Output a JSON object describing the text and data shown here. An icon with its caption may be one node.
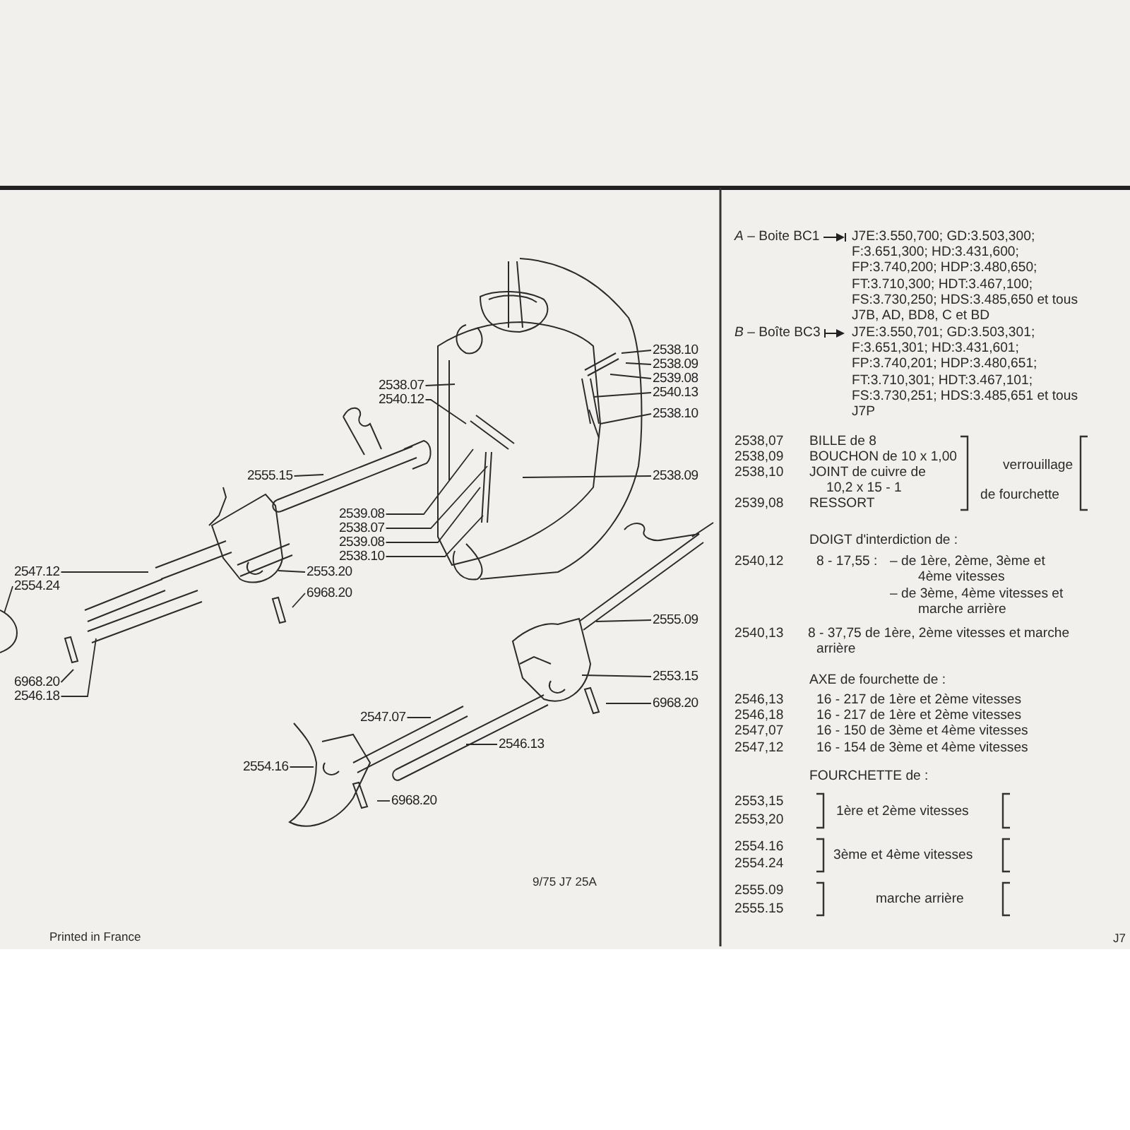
{
  "diagram": {
    "nodes": [
      {
        "text": [
          "2538.10"
        ]
      },
      {
        "text": [
          "2538.09"
        ]
      },
      {
        "text": [
          "2539.08"
        ]
      },
      {
        "text": [
          "2540.13"
        ]
      },
      {
        "text": [
          "2538.07"
        ]
      },
      {
        "text": [
          "2540.12"
        ]
      },
      {
        "text": [
          "2538.10"
        ]
      },
      {
        "text": [
          "2555.15"
        ]
      },
      {
        "text": [
          "2538.09"
        ]
      },
      {
        "text": [
          "2539.08"
        ]
      },
      {
        "text": [
          "2538.07"
        ]
      },
      {
        "text": [
          "2539.08"
        ]
      },
      {
        "text": [
          "2538.10"
        ]
      },
      {
        "text": [
          "2547.12"
        ]
      },
      {
        "text": [
          "2553.20"
        ]
      },
      {
        "text": [
          "2554.24"
        ]
      },
      {
        "text": [
          "6968.20"
        ]
      },
      {
        "text": [
          "2555.09"
        ]
      },
      {
        "text": [
          "2553.15"
        ]
      },
      {
        "text": [
          "6968.20"
        ]
      },
      {
        "text": [
          "2546.18"
        ]
      },
      {
        "text": [
          "6968.20"
        ]
      },
      {
        "text": [
          "2547.07"
        ]
      },
      {
        "text": [
          "2546.13"
        ]
      },
      {
        "text": [
          "2554.16"
        ]
      },
      {
        "text": [
          "6968.20"
        ]
      }
    ],
    "edges": [
      {
        "from": 0,
        "to": null,
        "arrow": "none"
      },
      {
        "from": 1,
        "to": null,
        "arrow": "none"
      },
      {
        "from": 2,
        "to": null,
        "arrow": "none"
      },
      {
        "from": 3,
        "to": null,
        "arrow": "none"
      },
      {
        "from": 4,
        "to": null,
        "arrow": "none"
      },
      {
        "from": 5,
        "to": null,
        "arrow": "none"
      },
      {
        "from": 6,
        "to": null,
        "arrow": "none"
      },
      {
        "from": 7,
        "to": null,
        "arrow": "none"
      },
      {
        "from": 8,
        "to": null,
        "arrow": "none"
      },
      {
        "from": 9,
        "to": null,
        "arrow": "none"
      },
      {
        "from": 10,
        "to": null,
        "arrow": "none"
      },
      {
        "from": 11,
        "to": null,
        "arrow": "none"
      },
      {
        "from": 12,
        "to": null,
        "arrow": "none"
      },
      {
        "from": 13,
        "to": null,
        "arrow": "none"
      },
      {
        "from": 14,
        "to": null,
        "arrow": "none"
      },
      {
        "from": 15,
        "to": null,
        "arrow": "none"
      },
      {
        "from": 16,
        "to": null,
        "arrow": "none"
      },
      {
        "from": 17,
        "to": null,
        "arrow": "none"
      },
      {
        "from": 18,
        "to": null,
        "arrow": "none"
      },
      {
        "from": 19,
        "to": null,
        "arrow": "none"
      },
      {
        "from": 20,
        "to": null,
        "arrow": "none"
      },
      {
        "from": 21,
        "to": null,
        "arrow": "none"
      },
      {
        "from": 22,
        "to": null,
        "arrow": "none"
      },
      {
        "from": 23,
        "to": null,
        "arrow": "none"
      },
      {
        "from": 24,
        "to": null,
        "arrow": "none"
      },
      {
        "from": 25,
        "to": null,
        "arrow": "none"
      }
    ],
    "labels": [
      "*A* – Boite BC1",
      "J7E:3.550,700; GD:3.503,300; F:3.651,300; HD:3.431,600; FP:3.740,200; HDP:3.480,650; FT:3.710,300; HDT:3.467,100; FS:3.730,250; HDS:3.485,650 et tous J7B, AD, BD8, C et BD",
      "*B* – Boîte BC3",
      "J7E:3.550,701; GD:3.503,301; F:3.651,301; HD:3.431,601; FP:3.740,201; HDP:3.480,651; FT:3.710,301; HDT:3.467,101; FS:3.730,251; HDS:3.485,651 et tous J7P",
      "2538,07",
      "BILLE de 8",
      "2538,09",
      "BOUCHON de 10 x 1,00",
      "2538,10",
      "JOINT de cuivre de 10,2 x 15 - 1",
      "2539,08",
      "RESSORT",
      "verrouillage",
      "de fourchette",
      "DOIGT d'interdiction de :",
      "2540,12",
      "8 - 17,55 :",
      "– de 1ère, 2ème, 3ème et 4ème vitesses",
      "– de 3ème, 4ème vitesses et marche arrière",
      "2540,13",
      "8 - 37,75 de 1ère, 2ème vitesses et marche arrière",
      "AXE de fourchette de :",
      "2546,13",
      "16 - 217 de 1ère et 2ème vitesses",
      "2546,18",
      "16 - 217 de 1ère et 2ème vitesses",
      "2547,07",
      "16 - 150 de 3ème et 4ème vitesses",
      "2547,12",
      "16 - 154 de 3ème et 4ème vitesses",
      "FOURCHETTE de :",
      "2553,15",
      "2553,20",
      "1ère et 2ème vitesses",
      "2554.16",
      "2554.24",
      "3ème et 4ème vitesses",
      "2555.09",
      "2555.15",
      "marche arrière",
      "9/75 J7 25A",
      "Printed in France",
      "J7"
    ]
  }
}
